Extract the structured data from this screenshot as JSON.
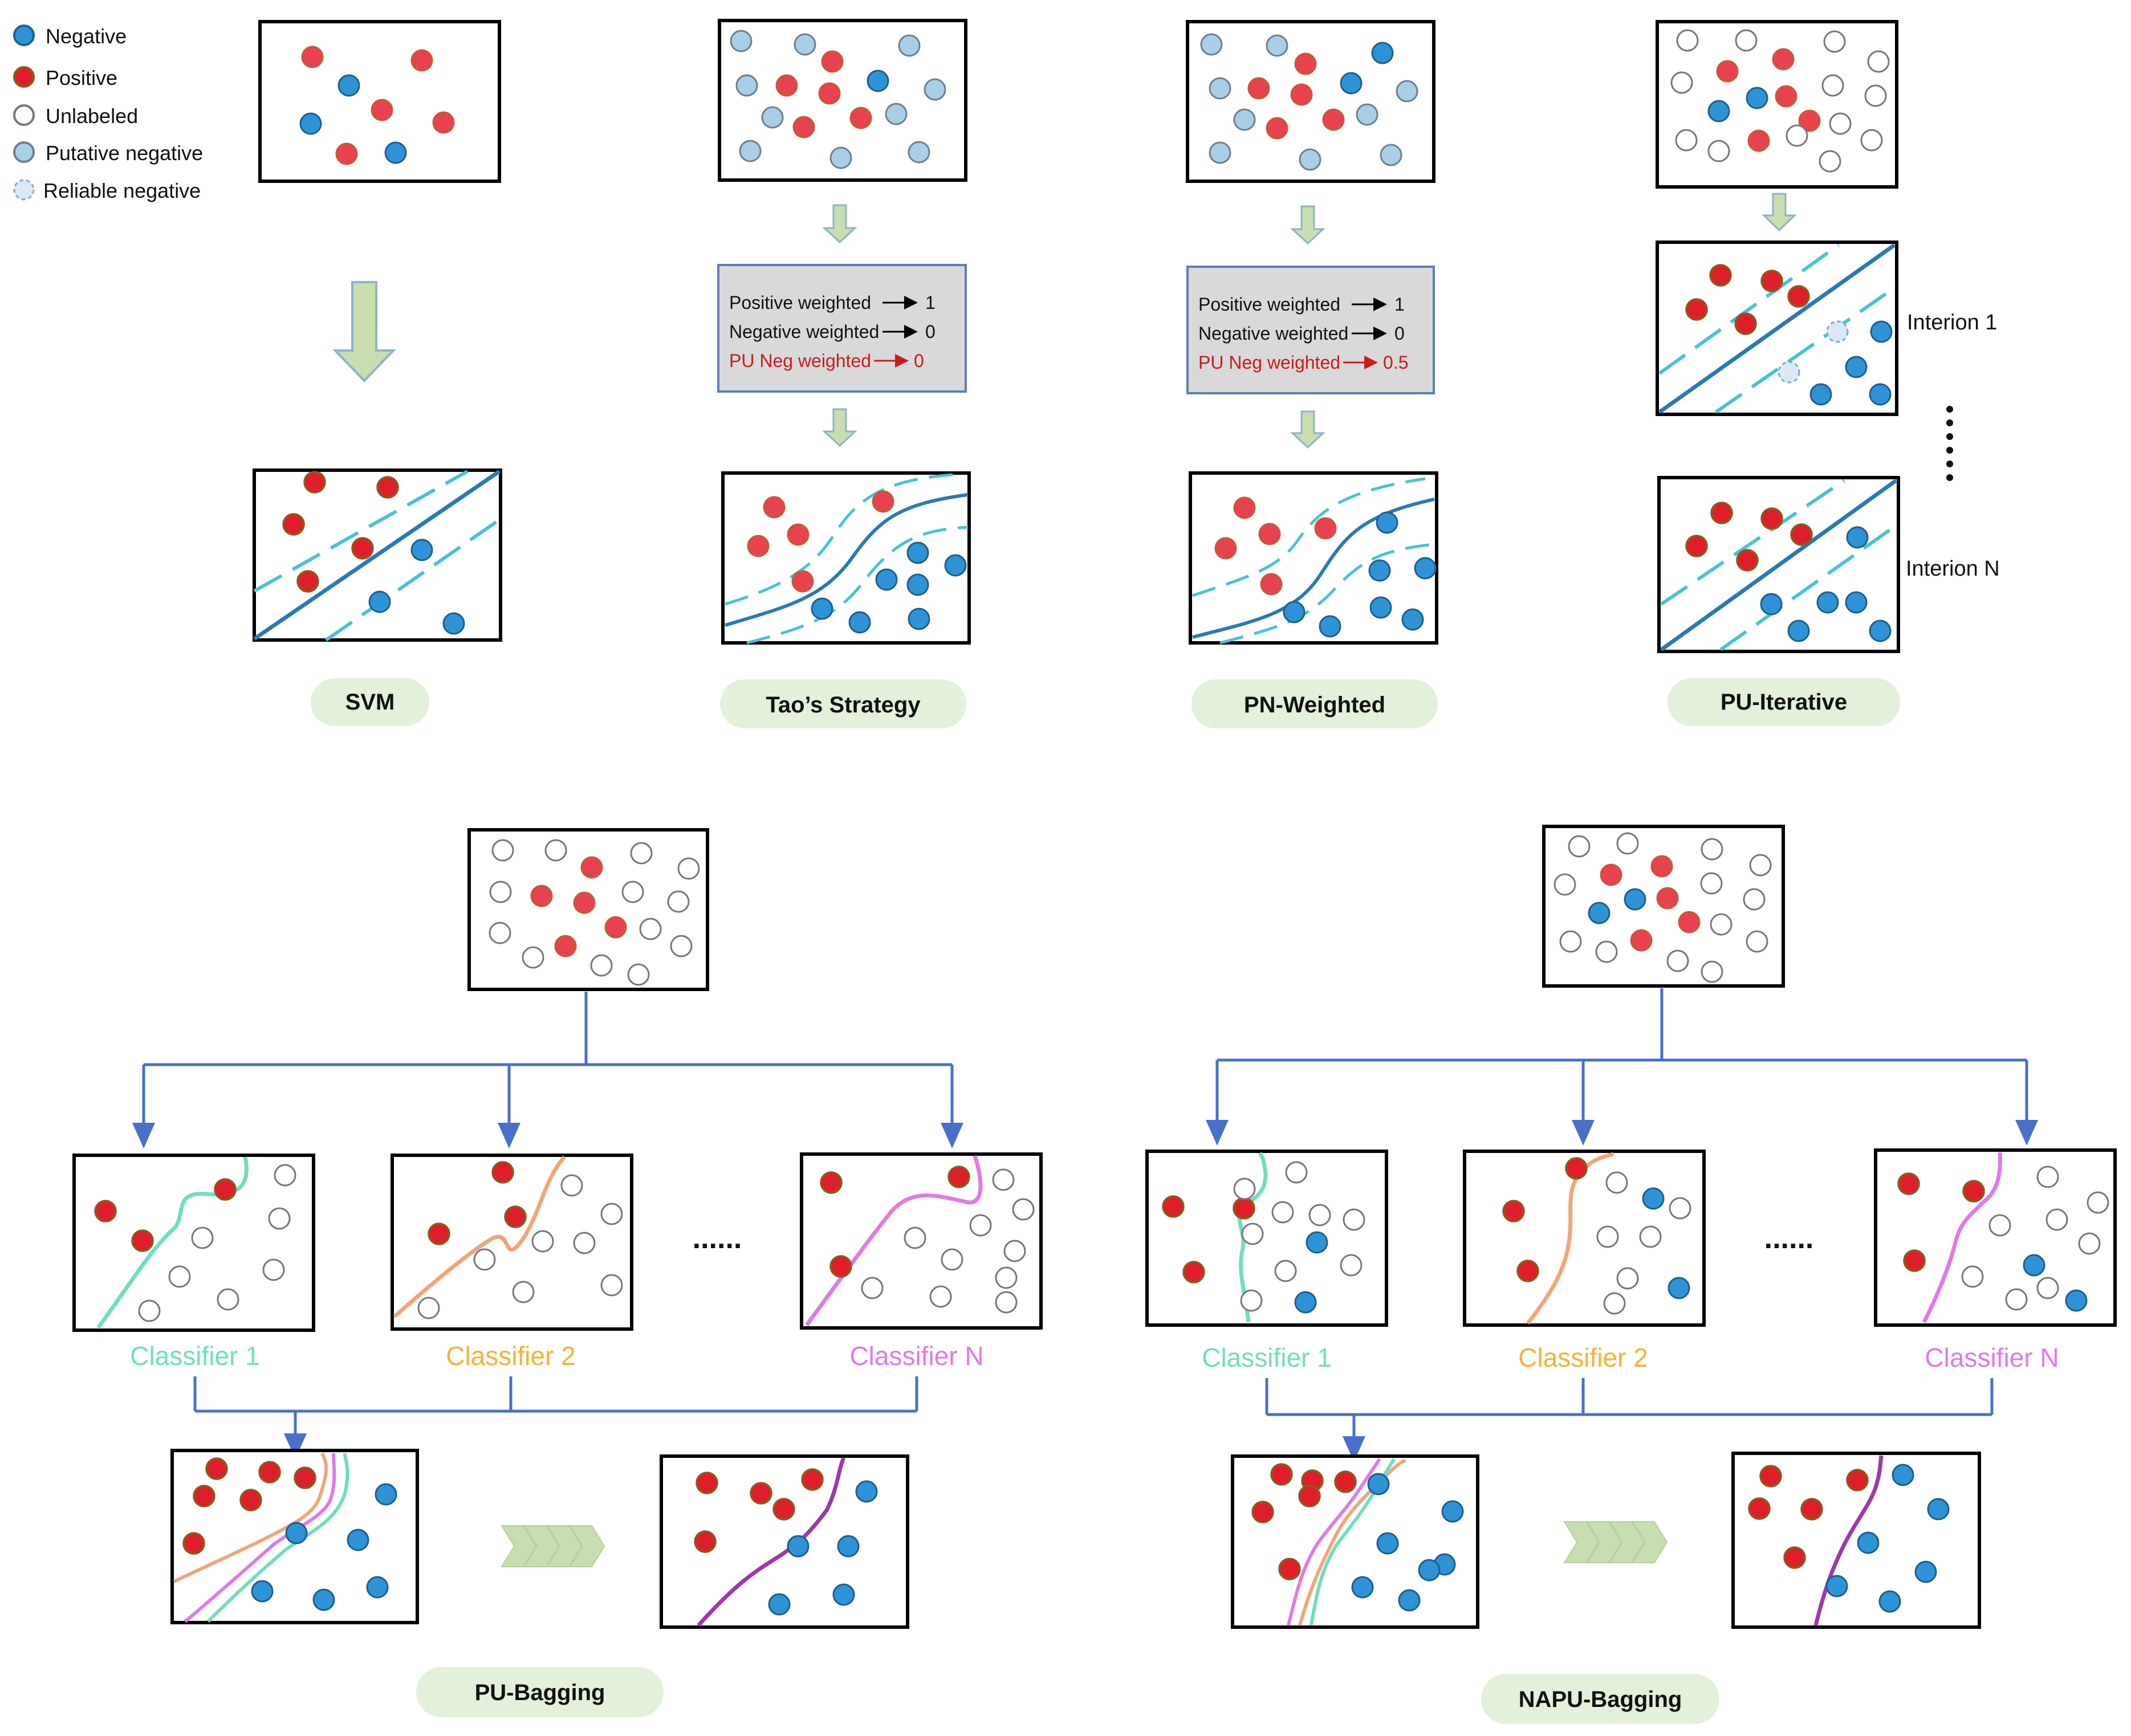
{
  "legend": {
    "negative": "Negative",
    "positive": "Positive",
    "unlabeled": "Unlabeled",
    "putative_negative": "Putative negative",
    "reliable_negative": "Reliable negative"
  },
  "methods": {
    "svm": "SVM",
    "tao": "Tao’s Strategy",
    "pn_weighted": "PN-Weighted",
    "pu_iterative": "PU-Iterative",
    "pu_bagging": "PU-Bagging",
    "napu_bagging": "NAPU-Bagging"
  },
  "tao_weights": {
    "pos_label": "Positive weighted",
    "pos_value": "1",
    "neg_label": "Negative weighted",
    "neg_value": "0",
    "puneg_label": "PU Neg weighted",
    "puneg_value": "0"
  },
  "pn_weights": {
    "pos_label": "Positive weighted",
    "pos_value": "1",
    "neg_label": "Negative weighted",
    "neg_value": "0",
    "puneg_label": "PU Neg weighted",
    "puneg_value": "0.5"
  },
  "iterations": {
    "first": "Interion 1",
    "last": "Interion N",
    "ellipsis": "......"
  },
  "classifiers": {
    "c1": "Classifier 1",
    "c2": "Classifier 2",
    "cn": "Classifier N",
    "ellipsis": "......"
  },
  "colors": {
    "positive": "#e8424f",
    "negative": "#2e93d6",
    "putative": "#a9cfe8",
    "boundary": "#2a79b5",
    "margin": "#49c2d2",
    "arrow_fill": "#c8ddb0",
    "pill_fill": "#e3f0da",
    "classifier1": "#72ddbf",
    "classifier2": "#f6b236",
    "classifierN": "#e07ae5",
    "ensemble": "#9b3aa9",
    "flow_line": "#4a6fc9",
    "pu_red": "#cc1a1a"
  }
}
